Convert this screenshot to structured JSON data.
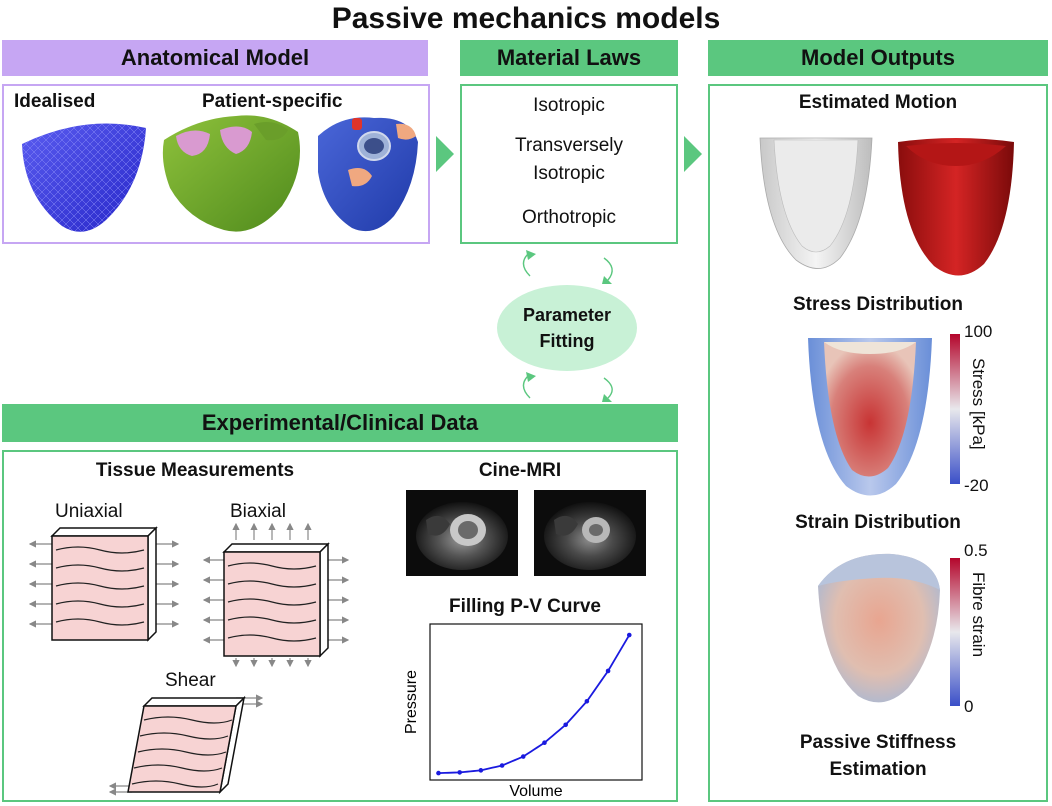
{
  "title": "Passive mechanics models",
  "anatomical": {
    "header": "Anatomical Model",
    "idealised": "Idealised",
    "patient_specific": "Patient-specific"
  },
  "material_laws": {
    "header": "Material Laws",
    "items": [
      "Isotropic",
      "Transversely",
      "Isotropic",
      "Orthotropic"
    ]
  },
  "parameter_fitting": {
    "line1": "Parameter",
    "line2": "Fitting"
  },
  "experimental": {
    "header": "Experimental/Clinical Data",
    "tissue_measurements": "Tissue Measurements",
    "uniaxial": "Uniaxial",
    "biaxial": "Biaxial",
    "shear": "Shear",
    "cine_mri": "Cine-MRI",
    "pv_curve_title": "Filling P-V Curve"
  },
  "outputs": {
    "header": "Model Outputs",
    "estimated_motion": "Estimated Motion",
    "stress_distribution": "Stress Distribution",
    "stress_max": "100",
    "stress_min": "-20",
    "stress_label": "Stress [kPa]",
    "strain_distribution": "Strain Distribution",
    "strain_max": "0.5",
    "strain_min": "0",
    "strain_label": "Fibre strain",
    "passive_line1": "Passive Stiffness",
    "passive_line2": "Estimation"
  },
  "colors": {
    "purple": "#c6a6f3",
    "green": "#5bc77f",
    "light_green": "#c8f1d6",
    "curve": "#1a1adf"
  },
  "chart_data": {
    "type": "line",
    "xlabel": "Volume",
    "ylabel": "Pressure",
    "x": [
      0,
      1,
      2,
      3,
      4,
      5,
      6,
      7,
      8,
      9
    ],
    "y": [
      0.0,
      0.005,
      0.02,
      0.055,
      0.12,
      0.22,
      0.35,
      0.52,
      0.74,
      1.0
    ],
    "xlim": [
      -0.4,
      9.6
    ],
    "ylim": [
      -0.05,
      1.08
    ],
    "grid": false
  }
}
